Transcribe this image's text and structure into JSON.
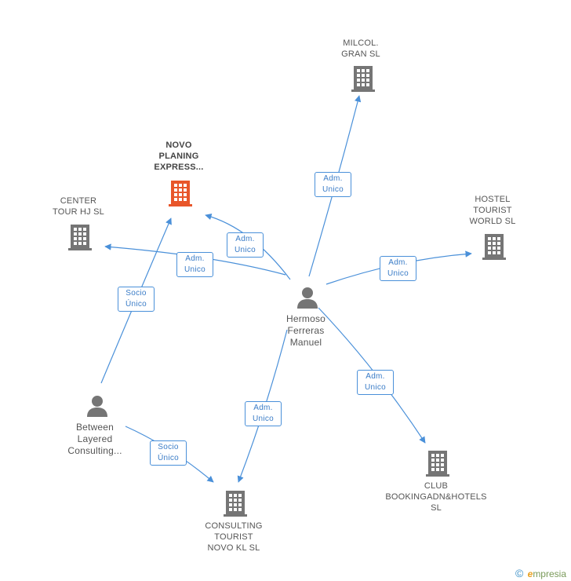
{
  "colors": {
    "edge": "#4a90d9",
    "company": "#757575",
    "company_focus": "#e8562a",
    "person": "#757575"
  },
  "companies": {
    "novo": {
      "label": "NOVO\nPLANING\nEXPRESS...",
      "icon": "building-icon"
    },
    "milcol": {
      "label": "MILCOL.\nGRAN SL",
      "icon": "building-icon"
    },
    "center": {
      "label": "CENTER\nTOUR HJ  SL",
      "icon": "building-icon"
    },
    "hostel": {
      "label": "HOSTEL\nTOURIST\nWORLD SL",
      "icon": "building-icon"
    },
    "club": {
      "label": "CLUB\nBOOKINGADN&HOTELS\nSL",
      "icon": "building-icon"
    },
    "consulting": {
      "label": "CONSULTING\nTOURIST\nNOVO KL  SL",
      "icon": "building-icon"
    }
  },
  "people": {
    "hermoso": {
      "label": "Hermoso\nFerreras\nManuel",
      "icon": "person-icon"
    },
    "between": {
      "label": "Between\nLayered\nConsulting...",
      "icon": "person-icon"
    }
  },
  "relations": {
    "r_milcol": "Adm.\nUnico",
    "r_novo": "Adm.\nUnico",
    "r_center": "Adm.\nUnico",
    "r_hostel": "Adm.\nUnico",
    "r_club": "Adm.\nUnico",
    "r_consulting": "Adm.\nUnico",
    "r_between_novo": "Socio\nÚnico",
    "r_between_consulting": "Socio\nÚnico"
  },
  "footer": {
    "copyright": "©",
    "brand_initial": "e",
    "brand_rest": "mpresia"
  }
}
